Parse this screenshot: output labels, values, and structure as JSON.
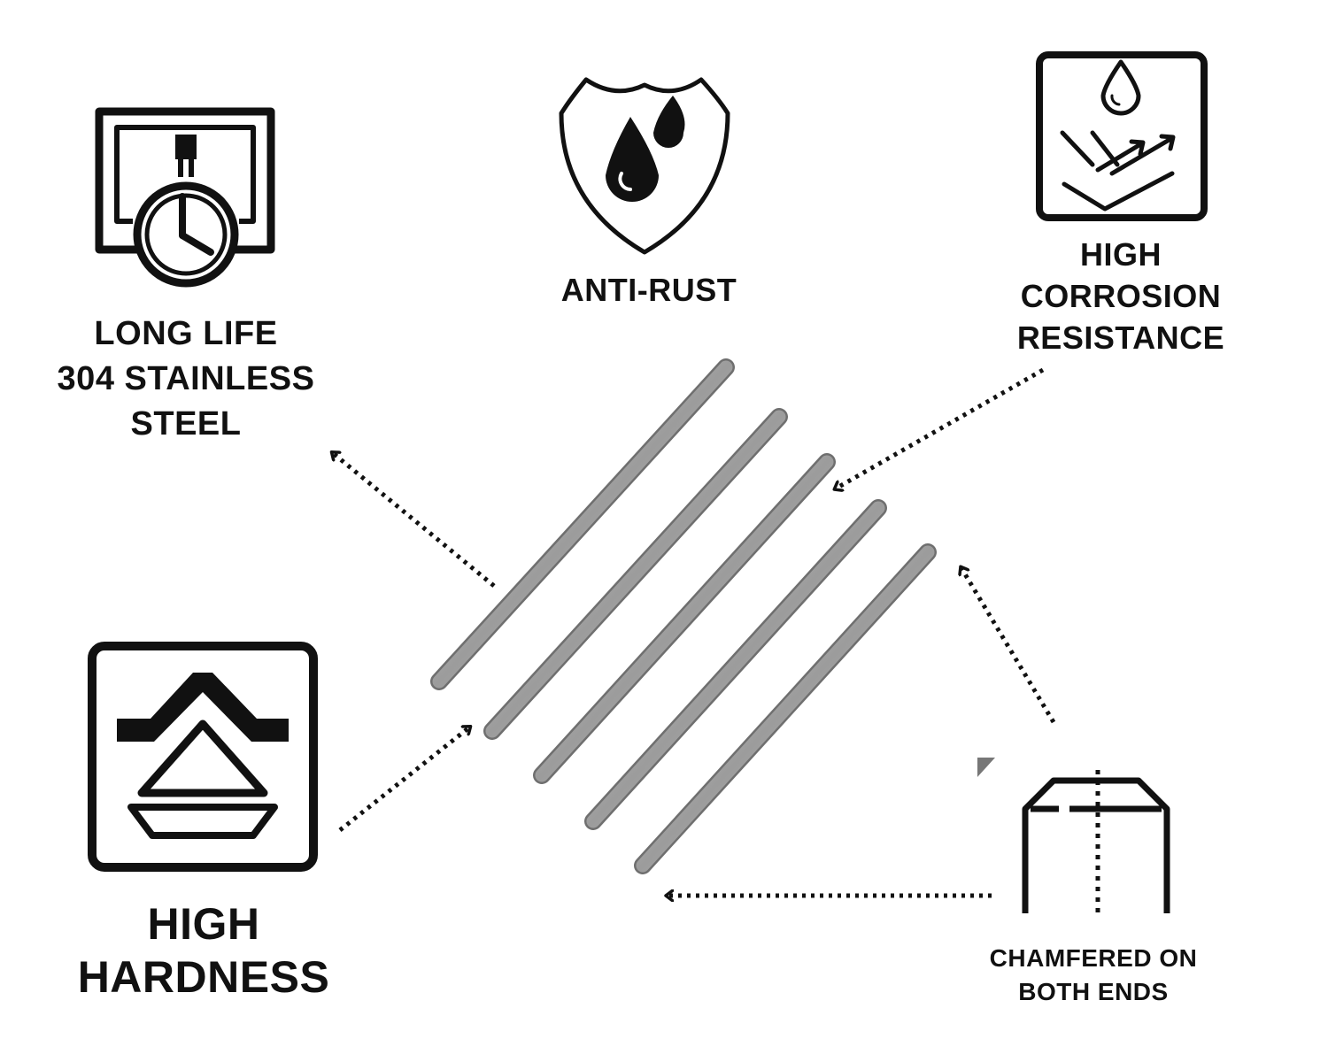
{
  "features": {
    "long_life": {
      "line1": "LONG LIFE",
      "line2": "304 STAINLESS",
      "line3": "STEEL",
      "icon": "clock-heater-icon"
    },
    "anti_rust": {
      "line1": "ANTI-RUST",
      "icon": "shield-droplets-icon"
    },
    "corrosion": {
      "line1": "HIGH",
      "line2": "CORROSION",
      "line3": "RESISTANCE",
      "icon": "droplet-surface-icon"
    },
    "hardness": {
      "line1": "HIGH",
      "line2": "HARDNESS",
      "icon": "hardness-indenter-icon"
    },
    "chamfer": {
      "line1": "CHAMFERED ON",
      "line2": "BOTH ENDS",
      "icon": "chamfered-rod-end-icon"
    }
  },
  "product": {
    "item": "stainless steel round rods",
    "rod_count": 5,
    "rod_color": "#b8b8b8"
  },
  "colors": {
    "ink": "#111111",
    "background": "#ffffff"
  }
}
